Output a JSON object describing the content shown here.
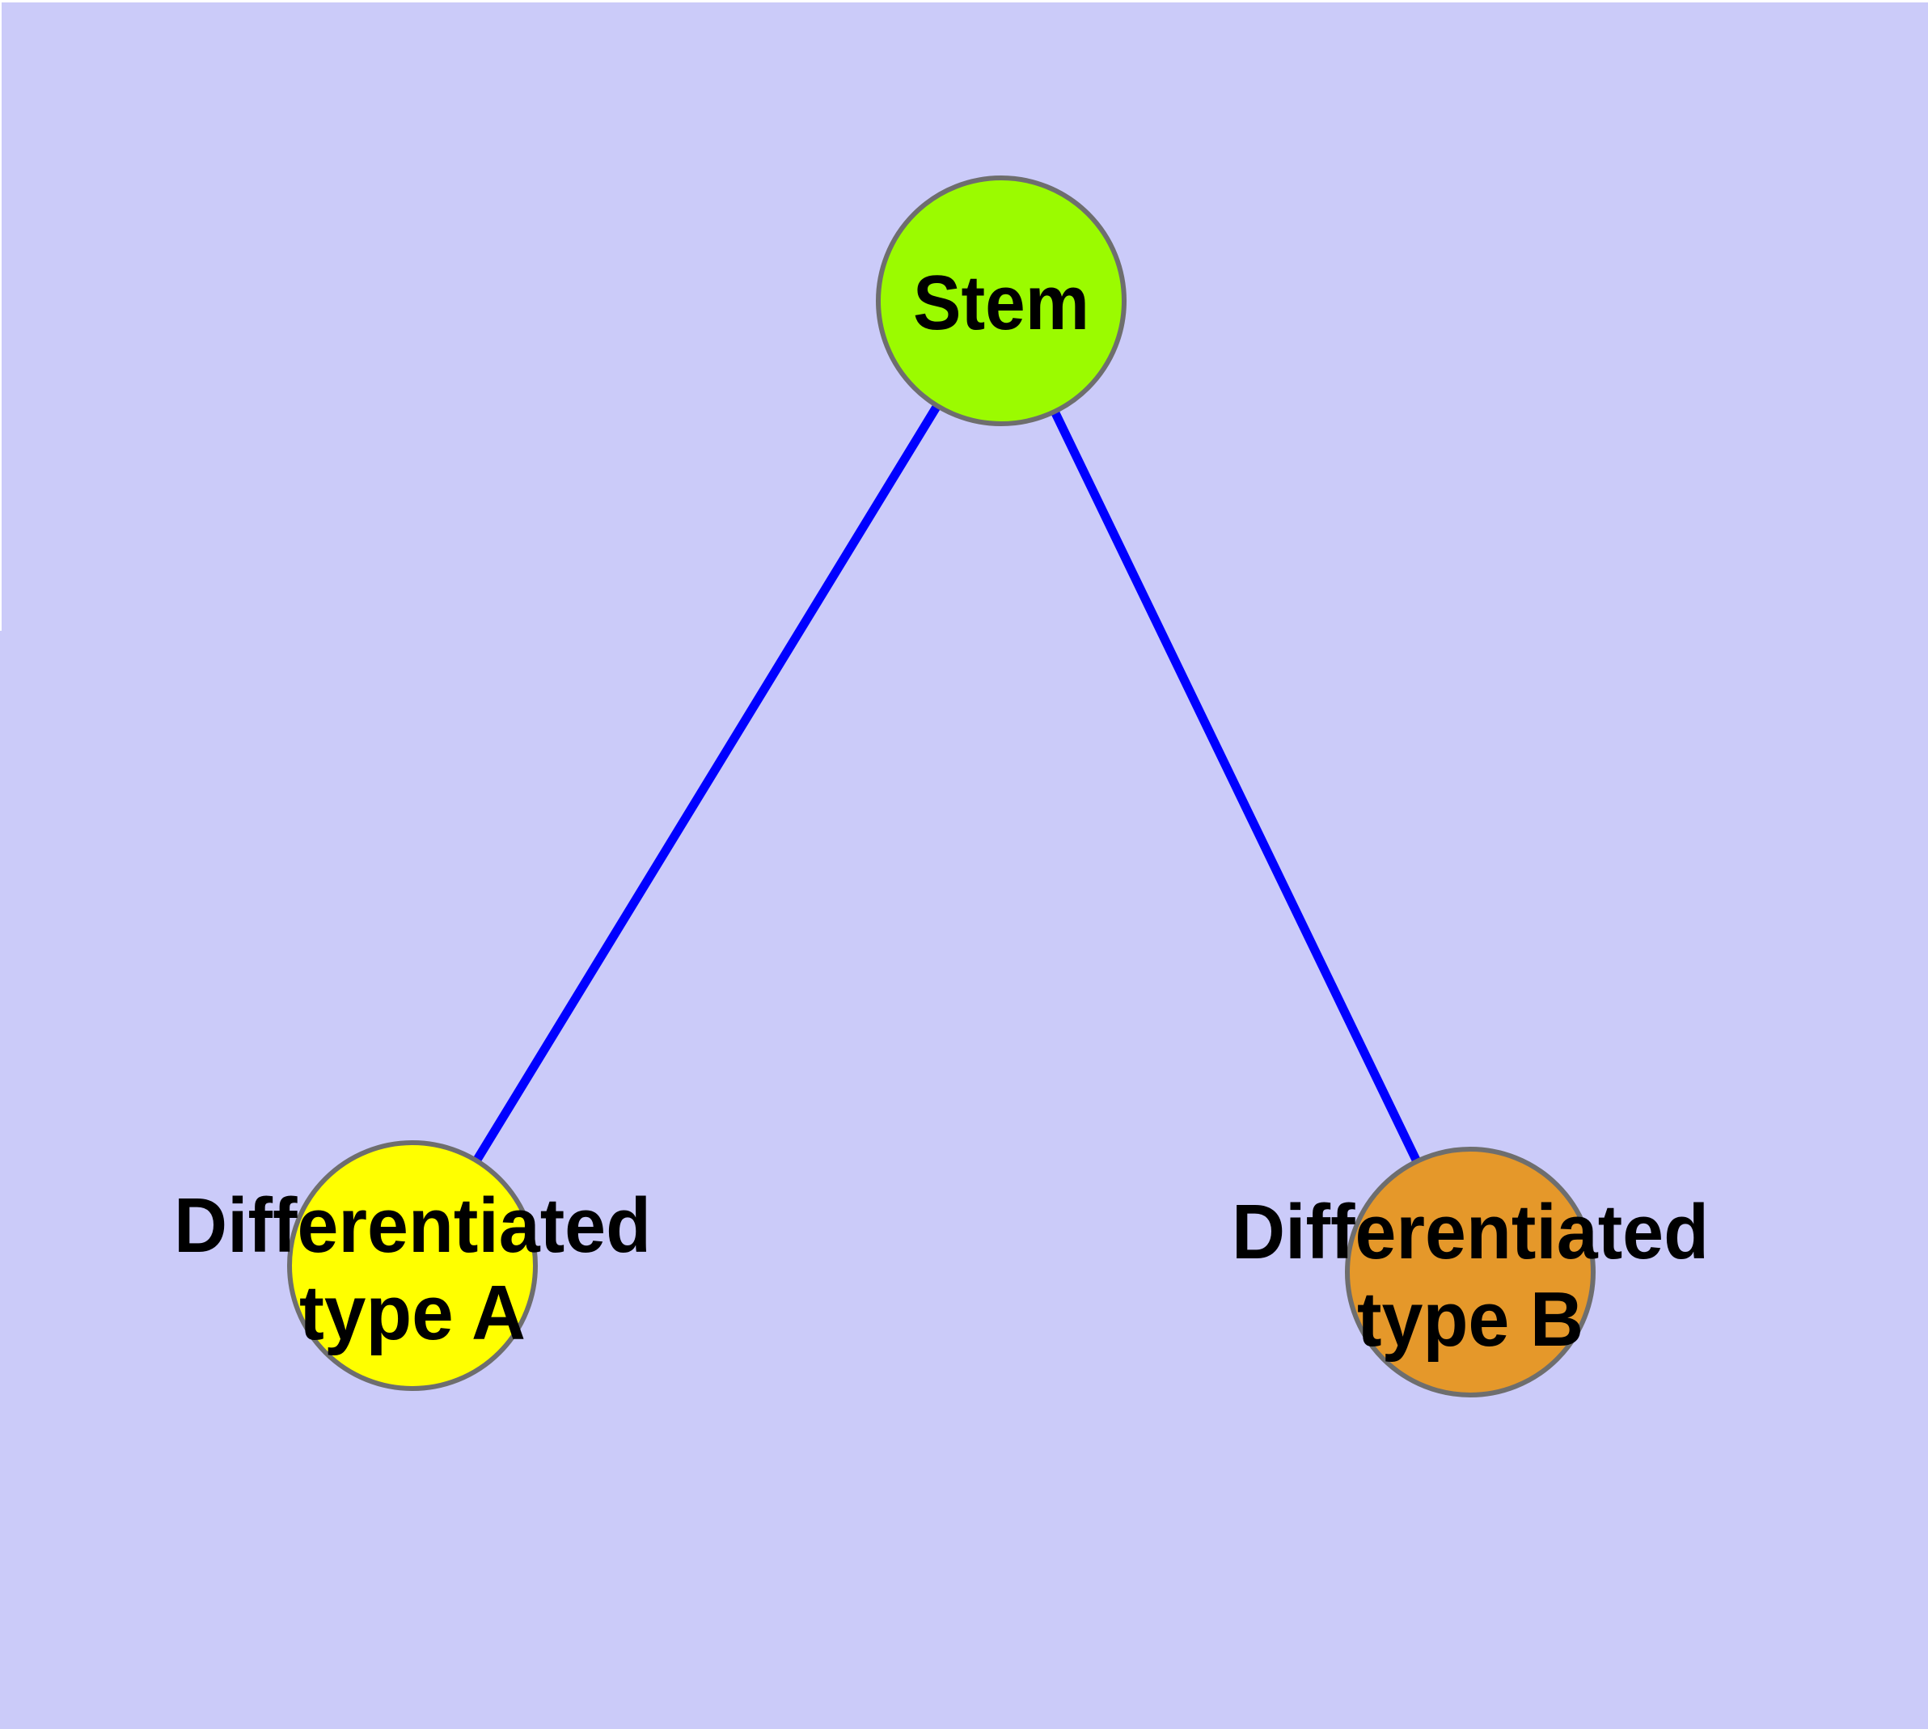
{
  "diagram": {
    "background_color": "#CBCBF9",
    "edge_color": "#0000FF",
    "node_border_color": "#6E6E6E",
    "label_color": "#000000",
    "nodes": [
      {
        "id": "stem",
        "label": "Stem",
        "label_lines": [
          "Stem"
        ],
        "fill_color": "#9BFB00"
      },
      {
        "id": "differentiated-type-a",
        "label": "Differentiated type A",
        "label_lines": [
          "Differentiated",
          "type A"
        ],
        "fill_color": "#FFFF00"
      },
      {
        "id": "differentiated-type-b",
        "label": "Differentiated type B",
        "label_lines": [
          "Differentiated",
          "type B"
        ],
        "fill_color": "#E5982A"
      }
    ],
    "edges": [
      {
        "from": "stem",
        "to": "differentiated-type-a"
      },
      {
        "from": "stem",
        "to": "differentiated-type-b"
      }
    ]
  }
}
